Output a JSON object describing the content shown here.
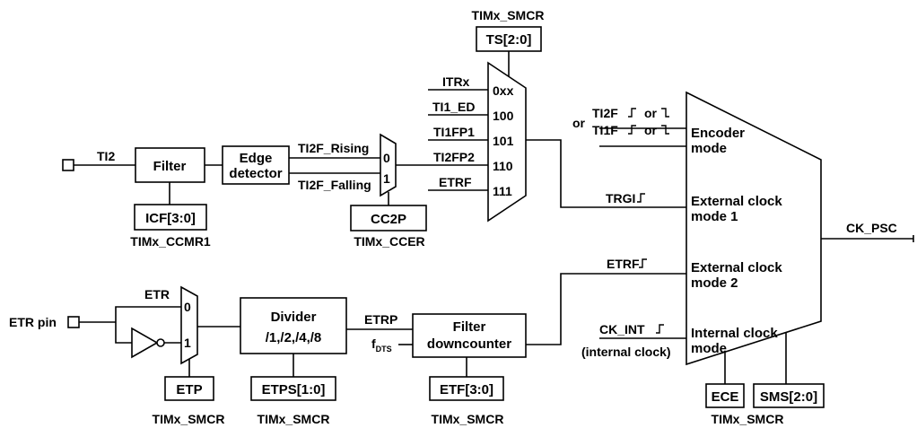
{
  "timing_block": {
    "ti2_input": "TI2",
    "filter": "Filter",
    "icf": "ICF[3:0]",
    "ccmr1": "TIMx_CCMR1",
    "edge_detector_line1": "Edge",
    "edge_detector_line2": "detector",
    "ti2f_rising": "TI2F_Rising",
    "ti2f_falling": "TI2F_Falling",
    "mux1_in0": "0",
    "mux1_in1": "1",
    "cc2p": "CC2P",
    "ccer": "TIMx_CCER",
    "smcr_top": "TIMx_SMCR",
    "ts": "TS[2:0]",
    "itrx": "ITRx",
    "ti1_ed": "TI1_ED",
    "ti1fp1": "TI1FP1",
    "ti2fp2": "TI2FP2",
    "etrf_in": "ETRF",
    "code_0xx": "0xx",
    "code_100": "100",
    "code_101": "101",
    "code_110": "110",
    "code_111": "111",
    "or_text": "or",
    "ti2f_enc": "TI2F",
    "ti1f_enc": "TI1F",
    "or_inline1": "or",
    "or_inline2": "or",
    "trgi": "TRGI",
    "etrf_out": "ETRF",
    "ck_int": "CK_INT",
    "internal_clock": "(internal clock)",
    "encoder_mode_1": "Encoder",
    "encoder_mode_2": "mode",
    "ext1_1": "External clock",
    "ext1_2": "mode 1",
    "ext2_1": "External clock",
    "ext2_2": "mode 2",
    "int_1": "Internal clock",
    "int_2": "mode",
    "ck_psc": "CK_PSC",
    "ece": "ECE",
    "sms": "SMS[2:0]",
    "smcr_bottom_right": "TIMx_SMCR",
    "etr_pin": "ETR pin",
    "etr": "ETR",
    "mux2_in0": "0",
    "mux2_in1": "1",
    "etp": "ETP",
    "smcr_etp": "TIMx_SMCR",
    "divider_1": "Divider",
    "divider_2": "/1,/2,/4,/8",
    "etps": "ETPS[1:0]",
    "smcr_etps": "TIMx_SMCR",
    "etrp": "ETRP",
    "fdts_f": "f",
    "fdts_sub": "DTS",
    "filter_dc_1": "Filter",
    "filter_dc_2": "downcounter",
    "etf": "ETF[3:0]",
    "smcr_etf": "TIMx_SMCR"
  },
  "colors": {
    "stroke": "#000000",
    "background": "#ffffff"
  }
}
